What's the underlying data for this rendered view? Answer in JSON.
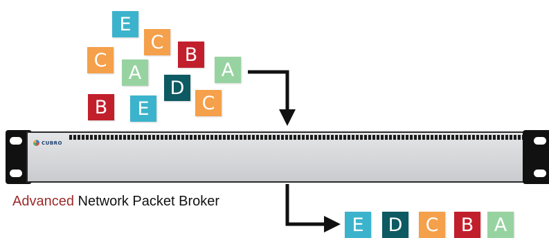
{
  "colors": {
    "A": "#97d3a1",
    "B": "#c21f2c",
    "C": "#f5a04a",
    "D": "#0e5a62",
    "E": "#3cb3cc",
    "arrow": "#111111",
    "caption_accent": "#9c2a2a"
  },
  "input_packets": [
    {
      "label": "E",
      "type": "E"
    },
    {
      "label": "C",
      "type": "C"
    },
    {
      "label": "C",
      "type": "C"
    },
    {
      "label": "B",
      "type": "B"
    },
    {
      "label": "A",
      "type": "A"
    },
    {
      "label": "A",
      "type": "A"
    },
    {
      "label": "D",
      "type": "D"
    },
    {
      "label": "C",
      "type": "C"
    },
    {
      "label": "B",
      "type": "B"
    },
    {
      "label": "E",
      "type": "E"
    }
  ],
  "output_packets": [
    {
      "label": "E",
      "type": "E"
    },
    {
      "label": "D",
      "type": "D"
    },
    {
      "label": "C",
      "type": "C"
    },
    {
      "label": "B",
      "type": "B"
    },
    {
      "label": "A",
      "type": "A"
    }
  ],
  "device": {
    "logo_text": "CUBRO",
    "logo_icon": "cubro-logo-icon"
  },
  "caption": {
    "accent": "Advanced",
    "rest": " Network Packet Broker"
  }
}
